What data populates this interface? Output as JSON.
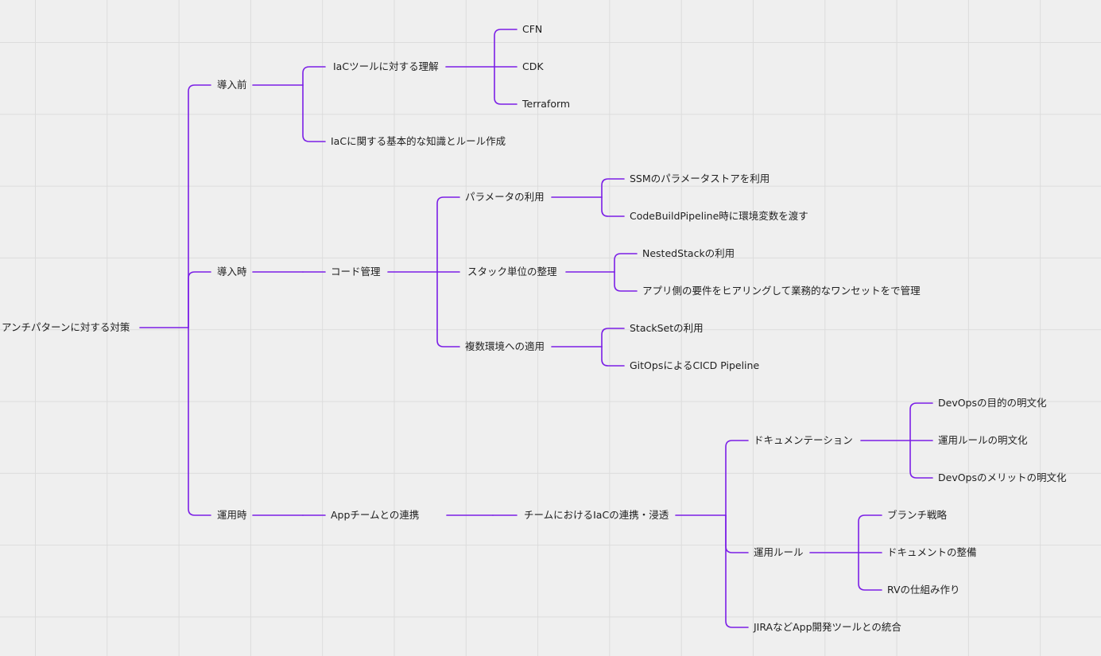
{
  "mindmap": {
    "line_color": "#7b1fe6",
    "nodes": {
      "root": "アンチパターンに対する対策",
      "before": "導入前",
      "iac_tools": "IaCツールに対する理解",
      "cfn": "CFN",
      "cdk": "CDK",
      "terraform": "Terraform",
      "iac_rules": "IaCに関する基本的な知識とルール作成",
      "during": "導入時",
      "code_mgmt": "コード管理",
      "params": "パラメータの利用",
      "ssm": "SSMのパラメータストアを利用",
      "codebuild": "CodeBuildPipeline時に環境変数を渡す",
      "stack_unit": "スタック単位の整理",
      "nested": "NestedStackの利用",
      "app_req": "アプリ側の要件をヒアリングして業務的なワンセットをで管理",
      "multi_env": "複数環境への適用",
      "stackset": "StackSetの利用",
      "gitops": "GitOpsによるCICD Pipeline",
      "ops": "運用時",
      "app_team": "Appチームとの連携",
      "team_iac": "チームにおけるIaCの連携・浸透",
      "docs": "ドキュメンテーション",
      "devops_goal": "DevOpsの目的の明文化",
      "ops_rule_doc": "運用ルールの明文化",
      "devops_merit": "DevOpsのメリットの明文化",
      "ops_rules": "運用ルール",
      "branch": "ブランチ戦略",
      "doc_maint": "ドキュメントの整備",
      "rv": "RVの仕組み作り",
      "jira": "JIRAなどApp開発ツールとの統合"
    }
  }
}
